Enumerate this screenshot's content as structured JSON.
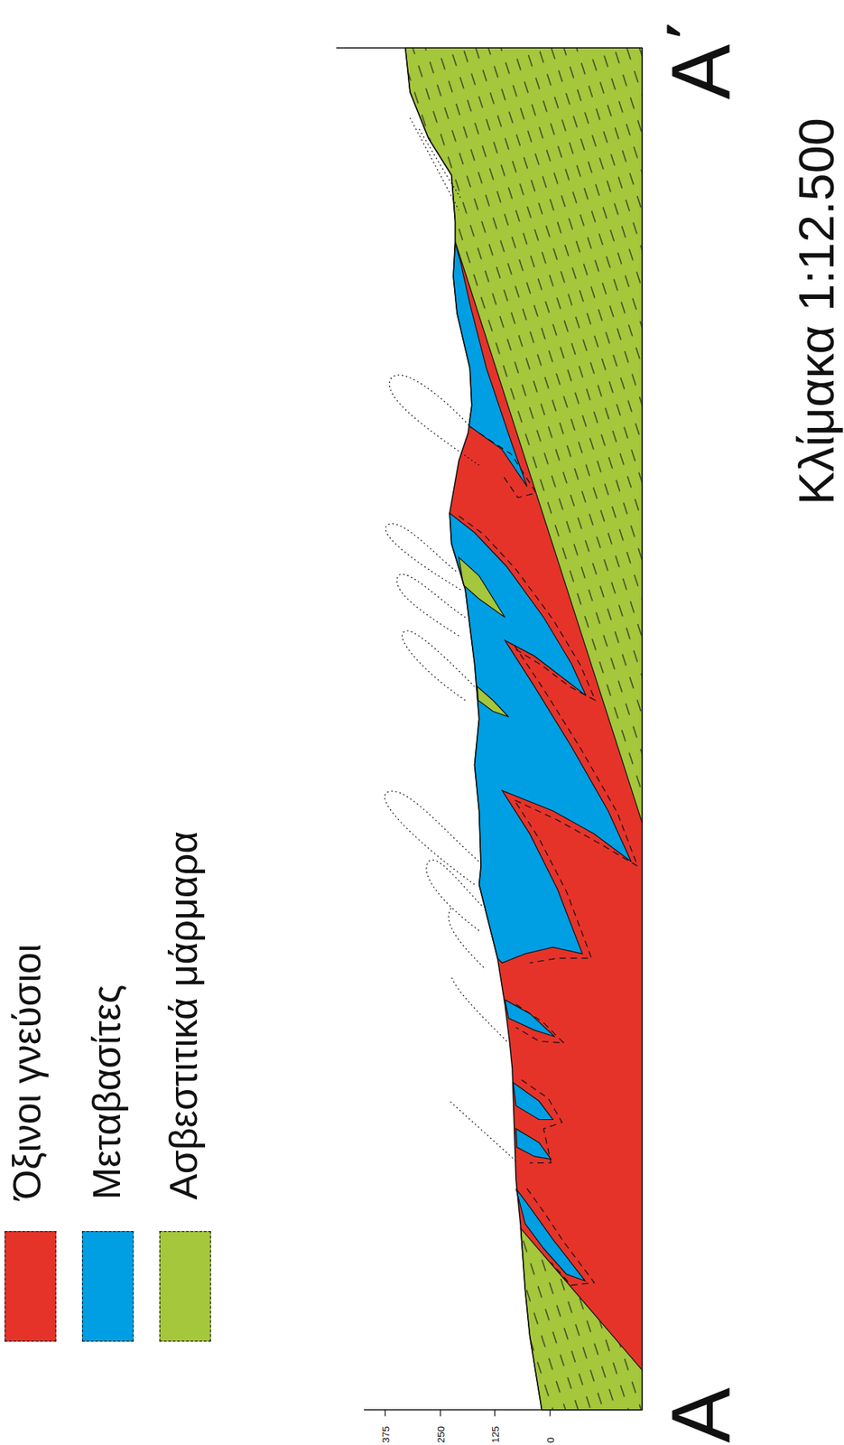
{
  "diagram": {
    "labels": [
      "375",
      "250",
      "125",
      "0",
      "Α",
      "Α΄",
      "Κλίμακα 1:12.500"
    ],
    "legend": [
      {
        "text": "Όξινοι γνεύσιοι",
        "color": "#e5332a"
      },
      {
        "text": "Μεταβασίτες",
        "color": "#009fe3"
      },
      {
        "text": "Ασβεστιτικά μάρμαρα",
        "color": "#a5c73b"
      }
    ]
  }
}
